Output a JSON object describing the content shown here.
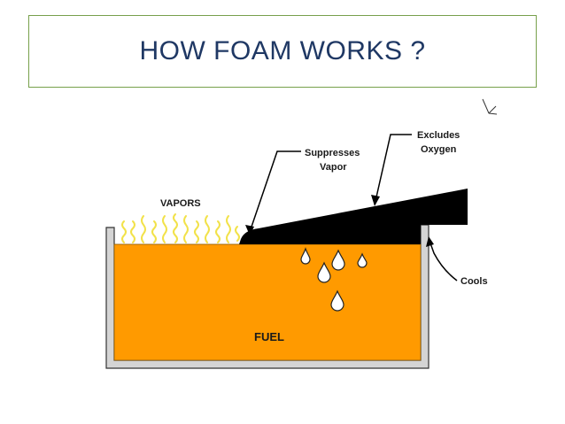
{
  "title": "HOW FOAM WORKS ?",
  "labels": {
    "vapors": "VAPORS",
    "suppresses_line1": "Suppresses",
    "suppresses_line2": "Vapor",
    "excludes_line1": "Excludes",
    "excludes_line2": "Oxygen",
    "cools": "Cools",
    "fuel": "FUEL"
  },
  "colors": {
    "fuel": "#ff9a00",
    "foam": "#000000",
    "vapor": "#f2e24a",
    "tank_wall": "#9a9a9a",
    "title_border": "#77a04b",
    "title_text": "#1f3864"
  },
  "icons": [
    "vapor-wave-icon",
    "droplet-icon"
  ]
}
